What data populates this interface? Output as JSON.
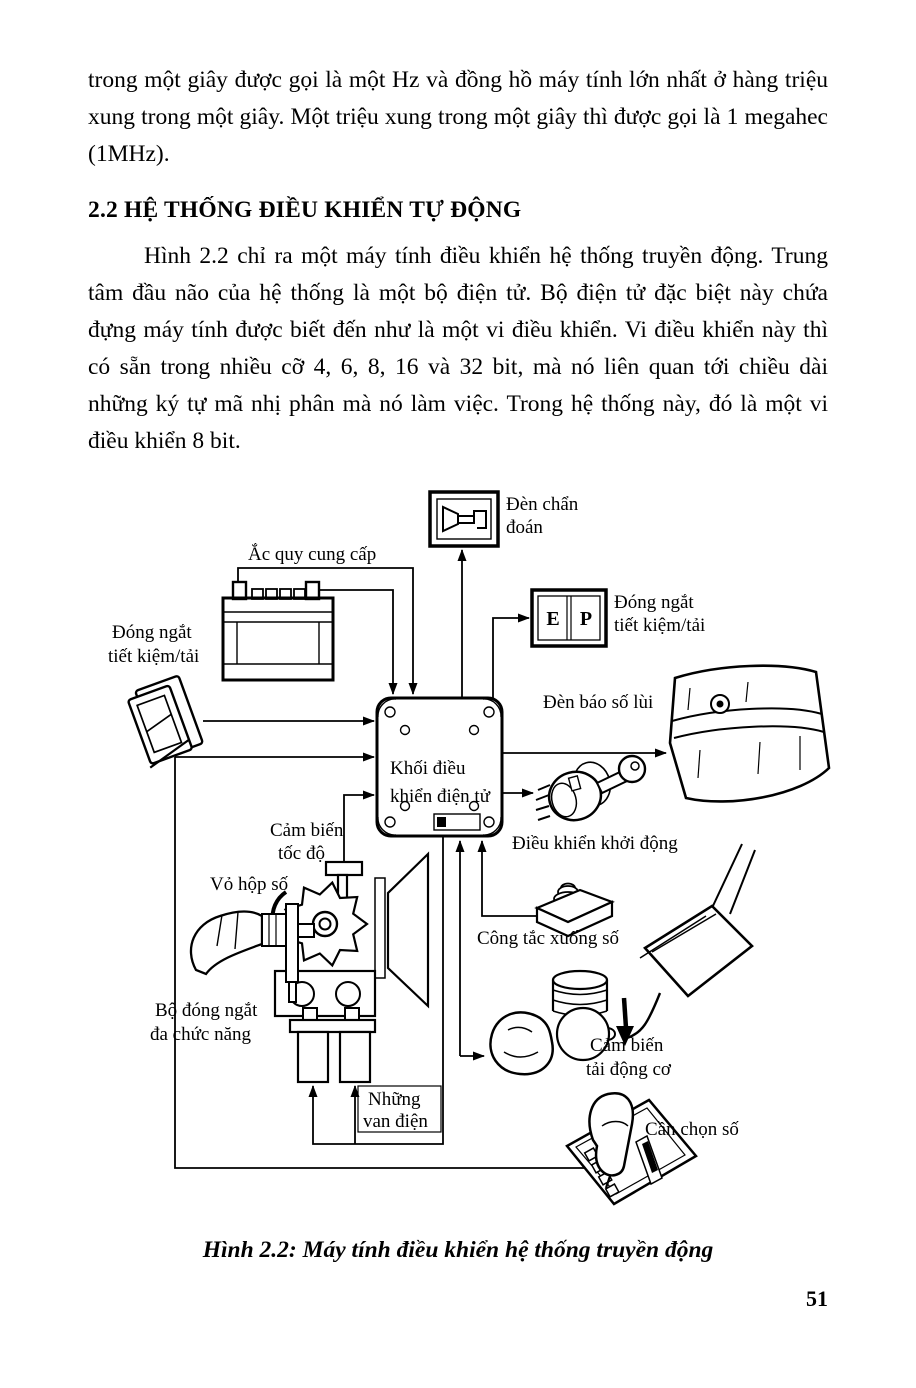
{
  "page": {
    "paragraph_1": "trong một giây được gọi là một Hz và đồng hồ máy tính lớn nhất ở hàng triệu xung trong một giây. Một triệu xung trong một giây thì được gọi là 1 megahec (1MHz).",
    "section_heading": "2.2 HỆ THỐNG ĐIỀU KHIỂN TỰ ĐỘNG",
    "paragraph_2": "Hình 2.2 chỉ ra một máy tính điều khiển hệ thống truyền động. Trung tâm đầu não của hệ thống là một bộ điện tử. Bộ điện tử đặc biệt này chứa đựng máy tính được biết đến như là một vi điều khiển. Vi điều khiển này thì có sẵn trong nhiều cỡ 4, 6, 8, 16 và 32 bit, mà nó liên quan tới chiều dài những ký tự mã nhị phân mà nó làm việc. Trong hệ thống này, đó là một vi điều khiển 8 bit.",
    "figure_caption": "Hình 2.2: Máy tính điều khiển hệ thống truyền động",
    "page_number": "51"
  },
  "figure": {
    "labels": {
      "diagnostic_lamp_1": "Đèn chẩn",
      "diagnostic_lamp_2": "đoán",
      "battery": "Ắc quy cung cấp",
      "economy_display_1": "Đóng ngắt",
      "economy_display_2": "tiết kiệm/tải",
      "economy_switch_1": "Đóng ngắt",
      "economy_switch_2": "tiết kiệm/tải",
      "reverse_lamp": "Đèn báo số lùi",
      "ecu_1": "Khối điều",
      "ecu_2": "khiển điện tử",
      "ignition": "Điều khiển khởi động",
      "speed_sensor_1": "Cảm biến",
      "speed_sensor_2": "tốc độ",
      "gearbox_housing": "Vỏ hộp số",
      "multifunction_1": "Bộ đóng ngắt",
      "multifunction_2": "đa chức năng",
      "kickdown_switch": "Công tắc xuống số",
      "load_sensor_1": "Cảm biến",
      "load_sensor_2": "tải động cơ",
      "solenoid_valves_1": "Những",
      "solenoid_valves_2": "van điện",
      "gear_selector": "Cần chọn số",
      "ep_e": "E",
      "ep_p": "P"
    }
  }
}
